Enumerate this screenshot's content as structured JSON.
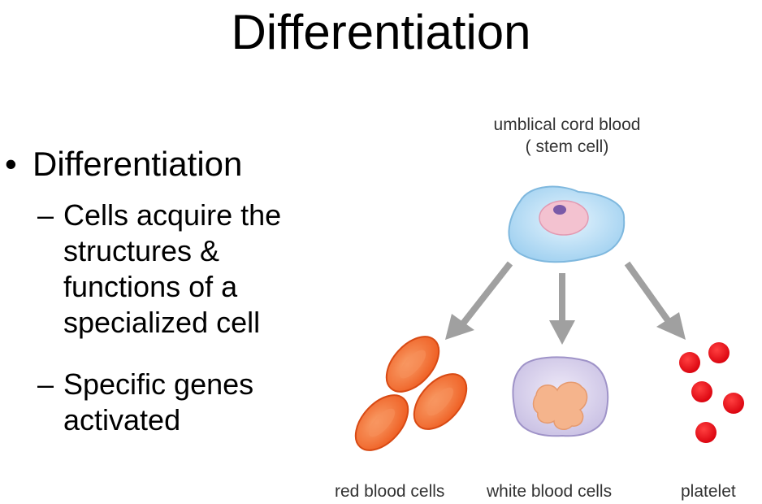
{
  "slide": {
    "title": "Differentiation",
    "bullet": {
      "marker": "•",
      "text": "Differentiation"
    },
    "sub_items": [
      {
        "marker": "–",
        "text": "Cells acquire the structures & functions of a specialized cell"
      },
      {
        "marker": "–",
        "text": "Specific genes activated"
      }
    ]
  },
  "diagram": {
    "source_label_line1": "umblical cord blood",
    "source_label_line2": "( stem cell)",
    "outputs": [
      {
        "label": "red blood cells",
        "icon": "red-blood-cells-icon"
      },
      {
        "label": "white blood cells",
        "icon": "white-blood-cell-icon"
      },
      {
        "label": "platelet",
        "icon": "platelets-icon"
      }
    ],
    "colors": {
      "stem_cell": "#bfe0f5",
      "stem_nucleus": "#f0b8c8",
      "red_cell": "#f26a2e",
      "white_cell": "#d8d2ec",
      "white_nucleus": "#f3b08a",
      "platelet": "#e8101c",
      "arrow": "#999999"
    }
  }
}
